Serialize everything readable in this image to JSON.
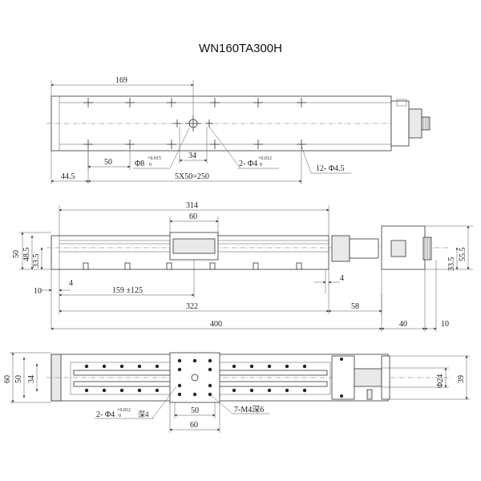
{
  "title": "WN160TA300H",
  "top_view": {
    "dim_169": "169",
    "dim_34": "34",
    "dim_50": "50",
    "hole_phi8_main": "Φ8",
    "hole_phi8_tol_upper": "+0.015",
    "hole_phi8_tol_lower": "0",
    "hole_2phi4_main": "2- Φ4",
    "hole_2phi4_tol_upper": "+0.012",
    "hole_2phi4_tol_lower": "0",
    "hole_12phi45": "12- Φ4.5",
    "dim_445": "44.5",
    "dim_5x50": "5X50=250"
  },
  "side_view": {
    "dim_314": "314",
    "dim_60": "60",
    "dim_50": "50",
    "dim_485": "48.5",
    "dim_335_left": "33.5",
    "dim_10_left": "10",
    "dim_4_left": "4",
    "dim_159": "159 ±125",
    "dim_4_right": "4",
    "dim_322": "322",
    "dim_58": "58",
    "dim_400": "400",
    "dim_40": "40",
    "dim_10_right": "10",
    "dim_335_right": "33.5",
    "dim_555": "55.5"
  },
  "bottom_view": {
    "dim_60": "60",
    "dim_50": "50",
    "dim_34": "34",
    "hole_2phi4_main": "2- Φ4",
    "hole_2phi4_tol_upper": "+0.012",
    "hole_2phi4_tol_lower": "0",
    "hole_2phi4_depth": "深4",
    "dim_50_bottom": "50",
    "dim_60_bottom": "60",
    "thread_label": "7-M4深6",
    "dim_phi24": "Φ24",
    "dim_39": "39"
  }
}
